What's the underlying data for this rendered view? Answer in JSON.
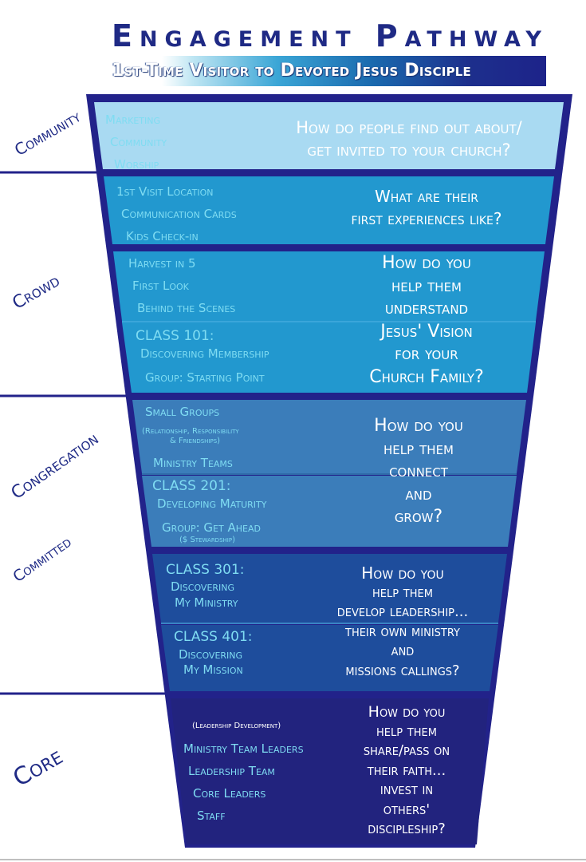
{
  "header": {
    "title": "Engagement   Pathway",
    "subtitle": "1st-Time Visitor to Devoted Jesus Disciple"
  },
  "colors": {
    "title": "#1f2a85",
    "outline": "#22228a",
    "band_community": "#a9daf2",
    "band_crowd": "#2298cf",
    "band_congregation": "#3b7dba",
    "band_committed": "#1e4d9c",
    "band_core": "#22237e",
    "item_text": "#7fdcf2"
  },
  "stages": [
    {
      "label": "Community"
    },
    {
      "label": "Crowd"
    },
    {
      "label": "Congregation"
    },
    {
      "label": "Committed"
    },
    {
      "label": "Core"
    }
  ],
  "bands": [
    {
      "items": [
        "Marketing",
        "Community",
        "Worship"
      ],
      "question": [
        "How do people find out about/",
        "get invited to your church?"
      ]
    },
    {
      "items": [
        "1st Visit Location",
        "Communication Cards",
        "Kids Check-in"
      ],
      "question": [
        "What are their",
        "first experiences like?"
      ]
    },
    {
      "items": [
        "Harvest in 5",
        "First Look",
        "Behind the Scenes",
        "CLASS 101:",
        "Discovering Membership",
        "Group: Starting Point"
      ],
      "question": [
        "How do you",
        "help them",
        "understand",
        "Jesus' Vision",
        "for your",
        "Church Family?"
      ]
    },
    {
      "items": [
        "Small Groups",
        "(Relationship, Responsibility",
        "& Friendships)",
        "Ministry Teams",
        "CLASS 201:",
        "Developing Maturity",
        "Group: Get Ahead",
        "($ Stewardship)"
      ],
      "question": [
        "How do you",
        "help them",
        "connect",
        "and",
        "grow?"
      ]
    },
    {
      "items": [
        "CLASS 301:",
        "Discovering",
        "My Ministry",
        "CLASS 401:",
        "Discovering",
        "My Mission"
      ],
      "question": [
        "How do you",
        "help them",
        "develop leadership...",
        "their own ministry",
        "and",
        "missions callings?"
      ]
    },
    {
      "items": [
        "(Leadership Development)",
        "Ministry Team Leaders",
        "Leadership Team",
        "Core Leaders",
        "Staff"
      ],
      "question": [
        "How do you",
        "help them",
        "share/pass on",
        "their faith...",
        "invest in",
        "others'",
        "discipleship?"
      ]
    }
  ]
}
